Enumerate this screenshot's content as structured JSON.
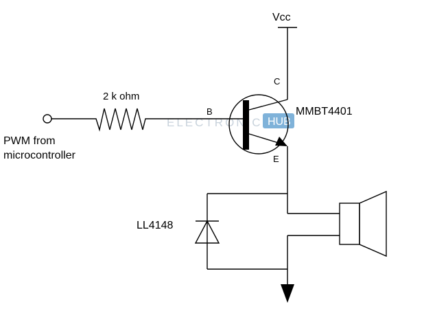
{
  "labels": {
    "vcc": "Vcc",
    "resistor": "2 k ohm",
    "pwm_line1": "PWM from",
    "pwm_line2": "microcontroller",
    "transistor": "MMBT4401",
    "collector": "C",
    "base": "B",
    "emitter": "E",
    "diode": "LL4148"
  },
  "watermark": {
    "text": "ELECTRONICS",
    "badge": "HUB",
    "text_color": "#c9d3dc",
    "badge_color": "#7fb2d9"
  }
}
